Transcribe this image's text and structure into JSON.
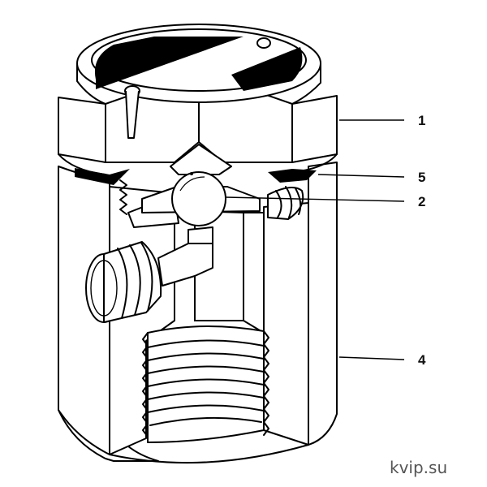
{
  "callouts": [
    {
      "id": "1",
      "label": "1"
    },
    {
      "id": "5",
      "label": "5"
    },
    {
      "id": "2",
      "label": "2"
    },
    {
      "id": "4",
      "label": "4"
    }
  ],
  "watermark": "kvip.su",
  "colors": {
    "stroke": "#000000",
    "background": "#ffffff",
    "shade": "#d9d9d9",
    "watermark": "#555555"
  }
}
